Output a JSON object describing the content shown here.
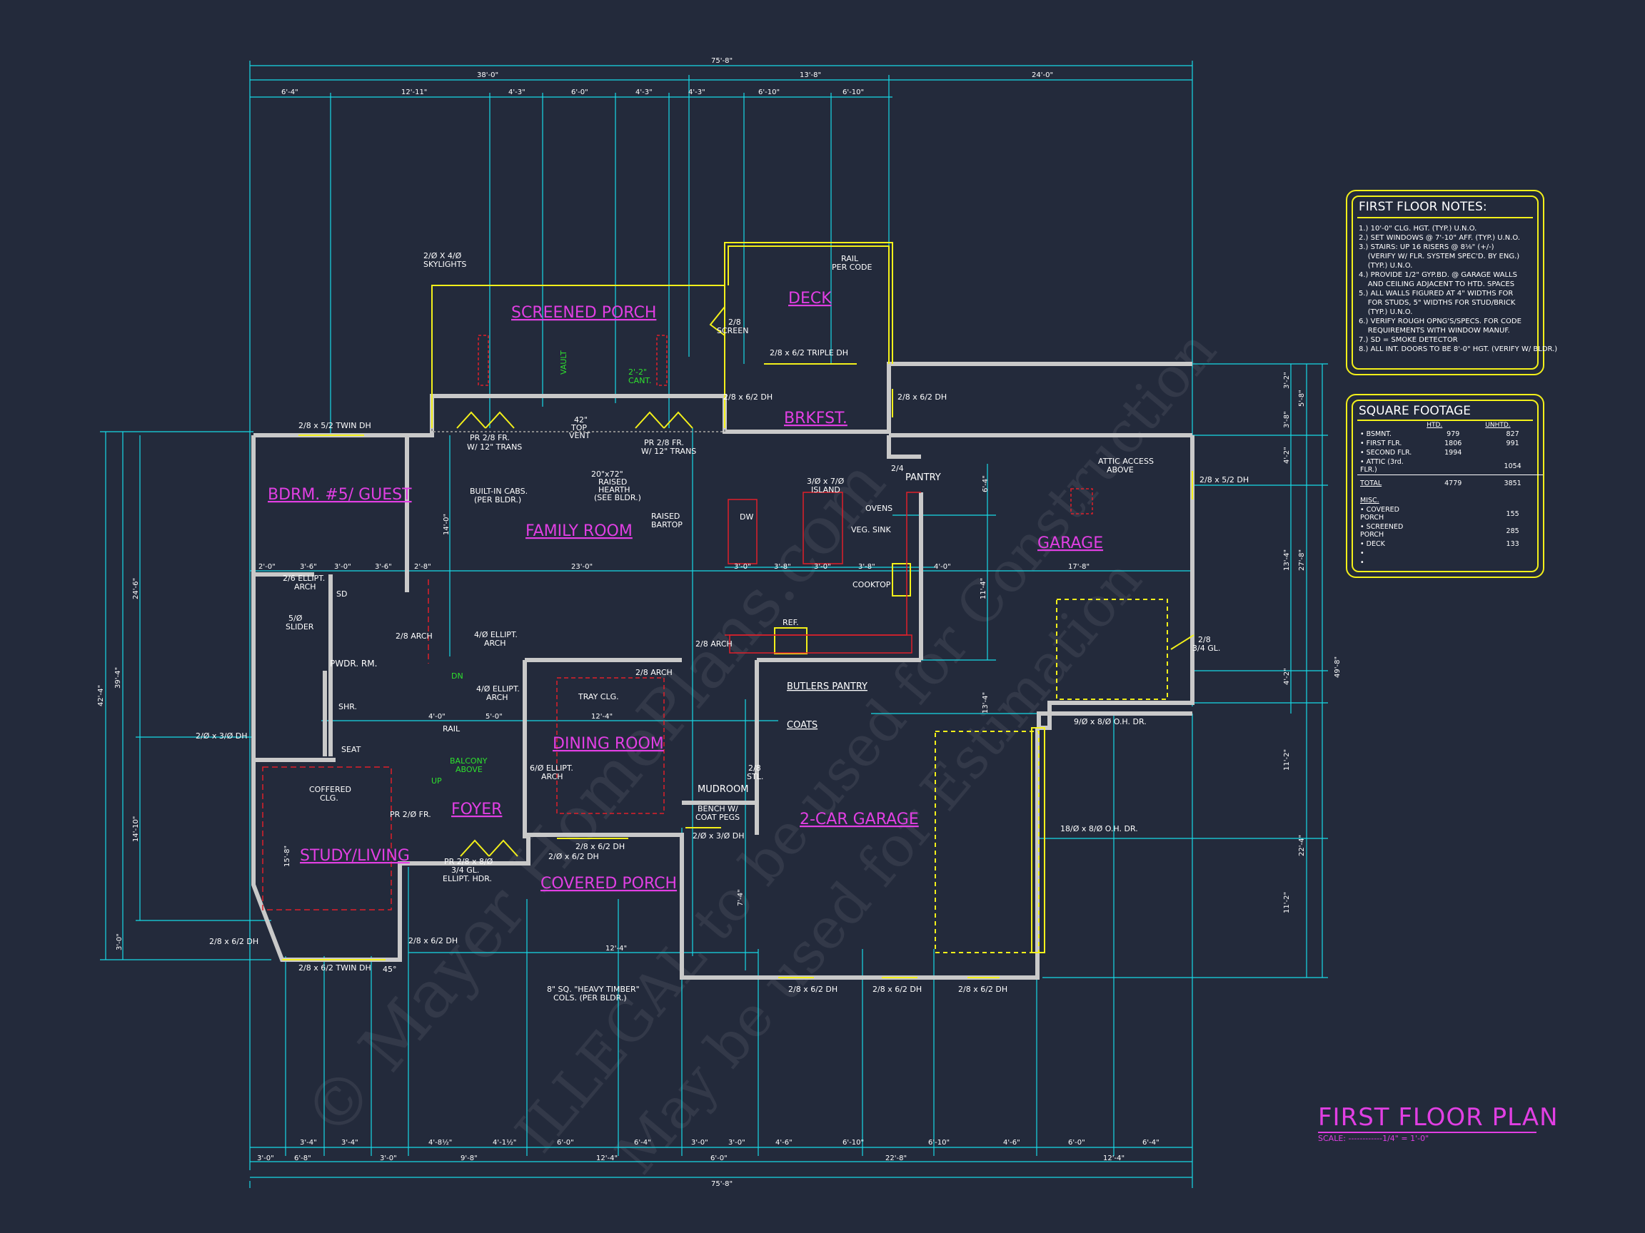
{
  "rooms": {
    "screened_porch": "SCREENED PORCH",
    "deck": "DECK",
    "brkfst": "BRKFST.",
    "bdrm5": "BDRM. #5/ GUEST",
    "family_room": "FAMILY ROOM",
    "garage": "GARAGE",
    "dining_room": "DINING ROOM",
    "foyer": "FOYER",
    "study_living": "STUDY/LIVING",
    "covered_porch": "COVERED PORCH",
    "two_car_garage": "2-CAR GARAGE",
    "pantry": "PANTRY",
    "mudroom": "MUDROOM",
    "butlers_pantry": "BUTLERS PANTRY",
    "coats": "COATS",
    "pwdr_rm": "PWDR. RM."
  },
  "labels": {
    "skylights": [
      "2/Ø X 4/Ø",
      "SKYLIGHTS"
    ],
    "rail_per_code": [
      "RAIL",
      "PER CODE"
    ],
    "screen_28": [
      "2/8",
      "SCREEN"
    ],
    "triple_dh": "2/8 x 6/2 TRIPLE DH",
    "vault": "VAULT",
    "cant": [
      "2'-2\"",
      "CANT."
    ],
    "dh_2862a": "2/8 x 6/2 DH",
    "dh_2862b": "2/8 x 6/2 DH",
    "twin_dh_top": "2/8 x 5/2 TWIN DH",
    "pr_28_fr_left": [
      "PR 2/8 FR.",
      "W/ 12\" TRANS"
    ],
    "pr_28_fr_right": [
      "PR 2/8 FR.",
      "W/ 12\" TRANS"
    ],
    "top_vent": [
      "42\"",
      "TOP",
      "VENT"
    ],
    "raised_hearth": [
      "20\"x72\"",
      "RAISED",
      "HEARTH",
      "(SEE BLDR.)"
    ],
    "built_in": [
      "BUILT-IN CABS.",
      "(PER BLDR.)"
    ],
    "island": [
      "3/Ø x 7/Ø",
      "ISLAND"
    ],
    "ovens": "OVENS",
    "veg_sink": "VEG. SINK",
    "dw": "DW",
    "raised_bartop": [
      "RAISED",
      "BARTOP"
    ],
    "cooktop": "COOKTOP",
    "ref": "REF.",
    "attic_access": [
      "ATTIC ACCESS",
      "ABOVE"
    ],
    "garage_dh": "2/8 x 5/2 DH",
    "pantry_24": "2/4",
    "ellipt_arch_26": [
      "2/6 ELLIPT.",
      "ARCH"
    ],
    "slider": [
      "5/Ø",
      "SLIDER"
    ],
    "sd": "SD",
    "arch_28a": "2/8 ARCH",
    "ellipt_arch_4": [
      "4/Ø ELLIPT.",
      "ARCH"
    ],
    "arch_28b": "2/8 ARCH",
    "arch_28c": "2/8 ARCH",
    "ellipt_arch_4b": [
      "4/Ø ELLIPT.",
      "ARCH"
    ],
    "tray_clg": "TRAY CLG.",
    "ellipt_arch_6": [
      "6/Ø ELLIPT.",
      "ARCH"
    ],
    "balcony_above": [
      "BALCONY",
      "ABOVE"
    ],
    "rail": "RAIL",
    "dn": "DN",
    "up": "UP",
    "shr": "SHR.",
    "seat": "SEAT",
    "dh_2030": "2/Ø x 3/Ø DH",
    "coffered": [
      "COFFERED",
      "CLG."
    ],
    "pr_20_fr": "PR 2/Ø FR.",
    "pr_28_80": [
      "PR 2/8 x 8/Ø",
      "3/4 GL.",
      "ELLIPT. HDR."
    ],
    "cp_dh_a": "2/8 x 6/2 DH",
    "cp_dh_b": "2/Ø x 6/2 DH",
    "mud_dh": "2/Ø x 3/Ø DH",
    "bench": [
      "BENCH W/",
      "COAT PEGS"
    ],
    "stl_28": [
      "2/8",
      "STL."
    ],
    "gl_28_34": [
      "2/8",
      "3/4 GL."
    ],
    "oh_dr_9": "9/Ø x 8/Ø O.H. DR.",
    "oh_dr_18": "18/Ø x 8/Ø O.H. DR.",
    "study_dh": "2/8 x 6/2 DH",
    "study_twin": "2/8 x 6/2 TWIN DH",
    "study_dh2": "2/8 x 6/2 DH",
    "gar_dh1": "2/8 x 6/2 DH",
    "gar_dh2": "2/8 x 6/2 DH",
    "gar_dh3": "2/8 x 6/2 DH",
    "timber_cols": [
      "8\" SQ. \"HEAVY TIMBER\"",
      "COLS. (PER BLDR.)"
    ],
    "deg45": "45°"
  },
  "dims": {
    "top_overall": "75'-8\"",
    "top_row2": [
      "38'-0\"",
      "13'-8\"",
      "24'-0\""
    ],
    "top_row3": [
      "6'-4\"",
      "12'-11\"",
      "4'-3\"",
      "6'-0\"",
      "4'-3\"",
      "4'-3\"",
      "6'-10\"",
      "6'-10\""
    ],
    "bottom_overall": "75'-8\"",
    "bottom_row2": [
      "3'-0\"",
      "6'-8\"",
      "3'-0\"",
      "9'-8\"",
      "12'-4\"",
      "6'-0\"",
      "22'-8\"",
      "12'-4\""
    ],
    "bottom_row3": [
      "3'-4\"",
      "3'-4\"",
      "4'-8½\"",
      "4'-1½\"",
      "6'-0\"",
      "6'-4\"",
      "3'-0\"",
      "3'-0\"",
      "4'-6\"",
      "6'-10\"",
      "6'-10\"",
      "4'-6\"",
      "6'-0\"",
      "6'-4\""
    ],
    "left_overall": "42'-4\"",
    "left_mid": "39'-4\"",
    "left_a": "24'-6\"",
    "left_b": "14'-10\"",
    "left_c": "3'-0\"",
    "right_overall": "49'-8\"",
    "right_a": "27'-8\"",
    "right_b": "22'-4\"",
    "right_c": [
      "3'-2\"",
      "5'-8\"",
      "3'-8\"",
      "4'-2\"",
      "13'-4\"",
      "4'-2\"",
      "11'-2\"",
      "11'-2\""
    ],
    "interior": [
      "23'-0\"",
      "2'-0\"",
      "3'-6\"",
      "3'-0\"",
      "3'-6\"",
      "2'-8\"",
      "3'-0\"",
      "3'-8\"",
      "3'-0\"",
      "3'-8\"",
      "4'-0\"",
      "17'-8\"",
      "12'-4\"",
      "5'-0\"",
      "4'-0\"",
      "13'-4\"",
      "6'-4\"",
      "11'-4\"",
      "14'-0\"",
      "15'-8\"",
      "12'-4\"",
      "7'-4\""
    ]
  },
  "notes_panel": {
    "title": "FIRST FLOOR NOTES:",
    "items": [
      "1.) 10'-0\" CLG. HGT. (TYP.) U.N.O.",
      "2.) SET WINDOWS @ 7'-10\" AFF. (TYP.) U.N.O.",
      "3.) STAIRS: UP 16 RISERS @ 8⅛\" (+/-)",
      "    (VERIFY W/ FLR. SYSTEM SPEC'D. BY ENG.)",
      "    (TYP.) U.N.O.",
      "4.) PROVIDE 1/2\" GYP.BD. @ GARAGE WALLS",
      "    AND CEILING ADJACENT TO HTD. SPACES",
      "5.) ALL WALLS FIGURED AT 4\" WIDTHS FOR",
      "    FOR STUDS, 5\" WIDTHS FOR STUD/BRICK",
      "    (TYP.) U.N.O.",
      "6.) VERIFY ROUGH OPNG'S/SPECS. FOR CODE",
      "    REQUIREMENTS WITH WINDOW MANUF.",
      "7.) SD = SMOKE DETECTOR",
      "8.) ALL INT. DOORS TO BE 8'-0\" HGT. (VERIFY W/ BLDR.)"
    ]
  },
  "sqft_panel": {
    "title": "SQUARE FOOTAGE",
    "headers": [
      "",
      "HTD.",
      "UNHTD."
    ],
    "rows": [
      [
        "• BSMNT.",
        "979",
        "827"
      ],
      [
        "• FIRST FLR.",
        "1806",
        "991"
      ],
      [
        "• SECOND FLR.",
        "1994",
        ""
      ],
      [
        "• ATTIC (3rd. FLR.)",
        "",
        "1054"
      ]
    ],
    "total": [
      "TOTAL",
      "4779",
      "3851"
    ],
    "misc_title": "MISC.",
    "misc": [
      [
        "• COVERED PORCH",
        "",
        "155"
      ],
      [
        "• SCREENED PORCH",
        "",
        "285"
      ],
      [
        "• DECK",
        "",
        "133"
      ],
      [
        "•",
        "",
        ""
      ],
      [
        "•",
        "",
        ""
      ]
    ]
  },
  "plan_title": "FIRST FLOOR PLAN",
  "plan_scale": "SCALE: ------------1/4\" = 1'-0\"",
  "watermark": [
    "© Mayer HomePlans.com",
    "ILLEGAL to be used for Construction",
    "May be used for Estimation"
  ],
  "colors": {
    "background": "#232a3b",
    "dimension": "#17d9e6",
    "room_label": "#e13fe3",
    "wall": "#c9c9c9",
    "window": "#f3f01a",
    "fixture": "#e0202a",
    "annotation": "#2ee02e"
  }
}
